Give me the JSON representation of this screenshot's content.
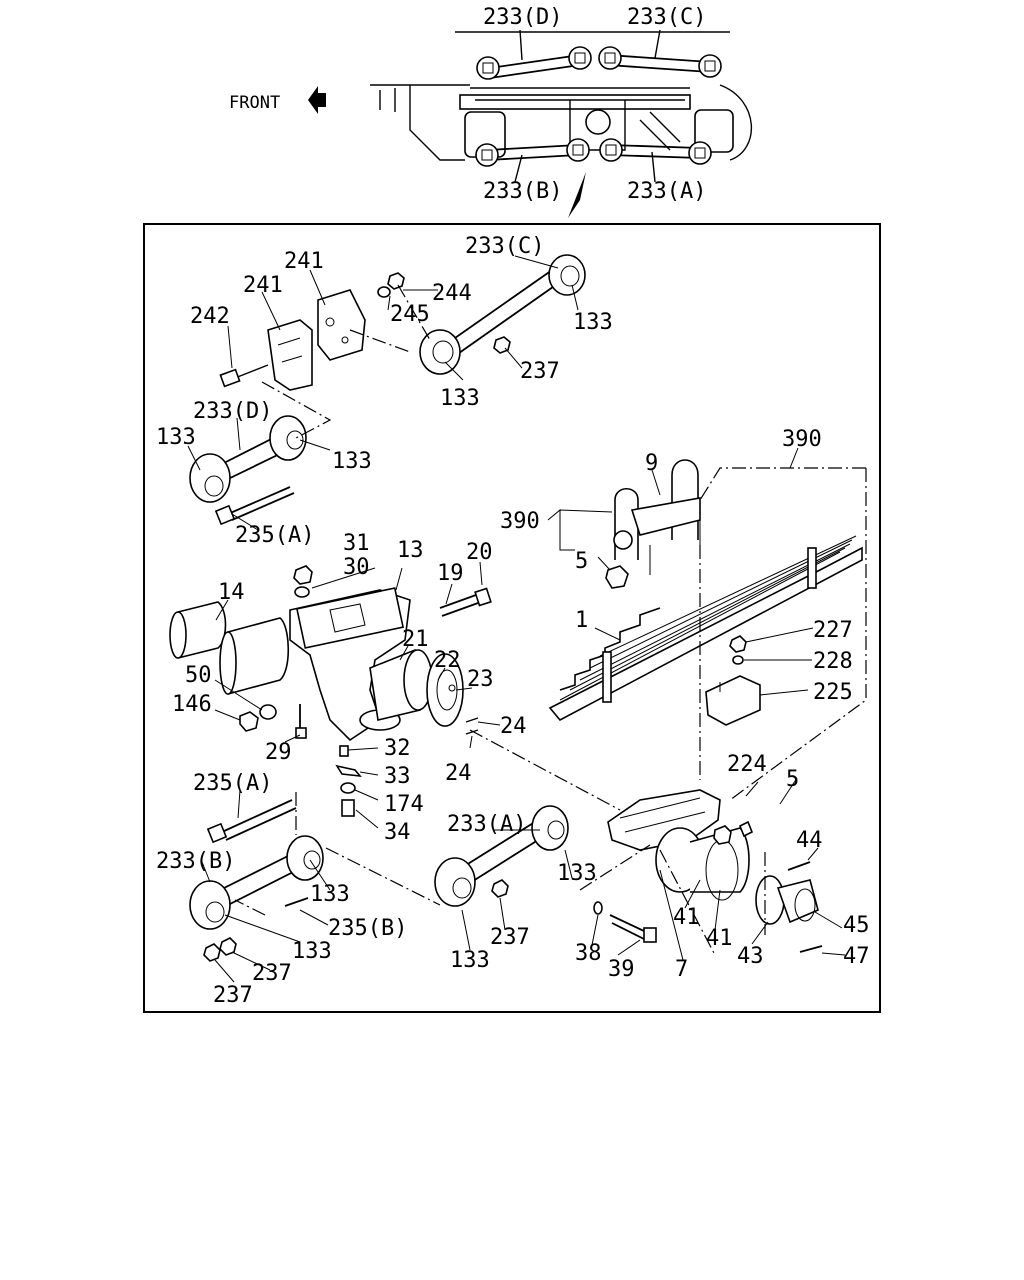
{
  "orientation_label": "FRONT",
  "overview_labels": {
    "d": "233(D)",
    "c": "233(C)",
    "b": "233(B)",
    "a": "233(A)"
  },
  "callouts": {
    "c233c": "233(C)",
    "c241a": "241",
    "c241b": "241",
    "c244": "244",
    "c245": "245",
    "c242": "242",
    "c133a": "133",
    "c237a": "237",
    "c133b": "133",
    "c233d": "233(D)",
    "c133c": "133",
    "c133d": "133",
    "c235a1": "235(A)",
    "c390a": "390",
    "c9": "9",
    "c390b": "390",
    "c5a": "5",
    "c31": "31",
    "c30": "30",
    "c13": "13",
    "c19": "19",
    "c20": "20",
    "c14": "14",
    "c1": "1",
    "c227": "227",
    "c228": "228",
    "c225": "225",
    "c21": "21",
    "c22": "22",
    "c23": "23",
    "c24a": "24",
    "c24b": "24",
    "c50": "50",
    "c146": "146",
    "c29": "29",
    "c32": "32",
    "c33": "33",
    "c174": "174",
    "c34": "34",
    "c224": "224",
    "c5b": "5",
    "c235a2": "235(A)",
    "c233a": "233(A)",
    "c133e": "133",
    "c233b": "233(B)",
    "c133f": "133",
    "c235b": "235(B)",
    "c133g": "133",
    "c237b": "237",
    "c133h": "133",
    "c237c": "237",
    "c237d": "237",
    "c44": "44",
    "c45": "45",
    "c47": "47",
    "c41a": "41",
    "c41b": "41",
    "c43": "43",
    "c38": "38",
    "c39": "39",
    "c7": "7"
  }
}
